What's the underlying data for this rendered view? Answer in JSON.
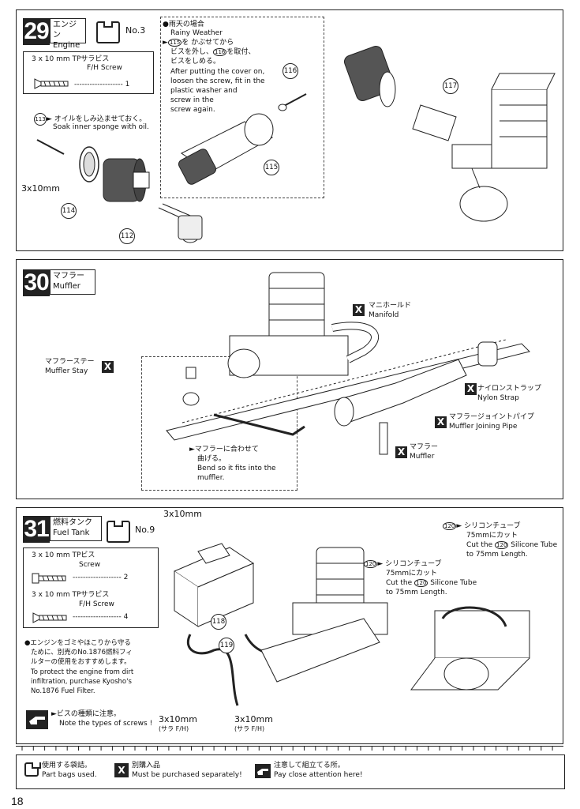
{
  "step29": {
    "number": "29",
    "title_jp": "エンジン",
    "title_en": "Engine",
    "bag_no": "No.3",
    "screw_spec": "3 x 10 mm TPサラビス",
    "screw_name": "F/H Screw",
    "screw_qty": "1",
    "part113_note_jp": "オイルをしみ込ませておく。",
    "part113_note_en": "Soak inner sponge with oil.",
    "screw_size": "3x10mm",
    "rainy_title_jp": "●雨天の場合",
    "rainy_title_en": "Rainy Weather",
    "rainy_jp1": "を かぶせてから",
    "rainy_jp2": "ビスを外し、",
    "rainy_jp2b": "を取付、",
    "rainy_jp3": "ビスをしめる。",
    "rainy_en1": "After putting the cover on,",
    "rainy_en2": "loosen the screw, fit in the",
    "rainy_en3": "plastic washer and",
    "rainy_en4": "screw in the",
    "rainy_en5": "screw again.",
    "parts": [
      "112",
      "113",
      "114",
      "115",
      "116",
      "117"
    ]
  },
  "step30": {
    "number": "30",
    "title_jp": "マフラー",
    "title_en": "Muffler",
    "manifold_jp": "マニホールド",
    "manifold_en": "Manifold",
    "stay_jp": "マフラーステー",
    "stay_en": "Muffler Stay",
    "strap_jp": "ナイロンストラップ",
    "strap_en": "Nylon Strap",
    "pipe_jp": "マフラージョイントパイプ",
    "pipe_en": "Muffler Joining Pipe",
    "muffler_jp": "マフラー",
    "muffler_en": "Muffler",
    "bend_jp1": "マフラーに合わせて",
    "bend_jp2": "曲げる。",
    "bend_en1": "Bend so it fits into the",
    "bend_en2": "muffler."
  },
  "step31": {
    "number": "31",
    "title_jp": "燃料タンク",
    "title_en": "Fuel Tank",
    "bag_no": "No.9",
    "screw1_spec": "3 x 10 mm TPビス",
    "screw1_name": "Screw",
    "screw1_qty": "2",
    "screw2_spec": "3 x 10 mm TPサラビス",
    "screw2_name": "F/H Screw",
    "screw2_qty": "4",
    "filter_jp1": "●エンジンをゴミやほこりから守る",
    "filter_jp2": "ために、別売のNo.1876燃料フィ",
    "filter_jp3": "ルターの使用をおすすめします。",
    "filter_en1": "To protect the engine from dirt",
    "filter_en2": "infiltration, purchase Kyosho's",
    "filter_en3": "No.1876 Fuel Filter.",
    "note_jp": "►ビスの種類に注意。",
    "note_en": "Note the types of screws !",
    "top_screw": "3x10mm",
    "bottom_screw": "3x10mm",
    "bottom_screw_sub": "(サラ F/H)",
    "tube_jp": "シリコンチューブ",
    "tube_jp2": "75mmにカット",
    "tube_en1": "Cut the",
    "tube_en1b": "Silicone Tube",
    "tube_en2": "to 75mm Length.",
    "parts": [
      "118",
      "119",
      "120"
    ]
  },
  "footer": {
    "bag_jp": "使用する袋詰。",
    "bag_en": "Part bags used.",
    "x_jp": "別購入品",
    "x_en": "Must be purchased separately!",
    "note_jp": "注意して組立てる所。",
    "note_en": "Pay close attention here!"
  },
  "page_number": "18"
}
